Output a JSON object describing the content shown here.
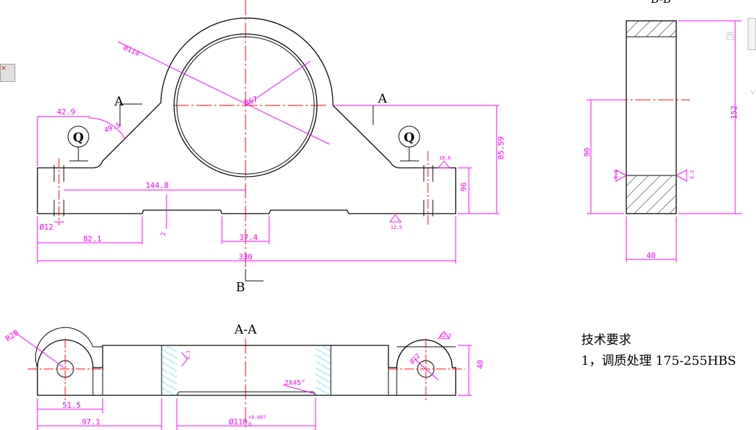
{
  "colors": {
    "outline": "#000000",
    "dimension": "#ff00ff",
    "centerline": "#ff0000",
    "hatch": "#00ccff"
  },
  "front_view": {
    "section_mark_left": "A",
    "section_mark_right": "A",
    "section_mark_bottom": "B",
    "symbol_q": "Q",
    "dims": {
      "bore_outer": "Ø114",
      "bore_inner": "R67",
      "width_42": "42.9",
      "angle": "49.5",
      "span_144": "144.8",
      "hole_12": "Ø12",
      "offset_82": "82.1",
      "gap_2": "2",
      "slot_37": "37.4",
      "overall_330": "330",
      "height_96": "96",
      "height_85": "85.59",
      "rough_top": "18.8",
      "rough_bottom": "12.5"
    }
  },
  "section_bb": {
    "title": "B-B",
    "dims": {
      "h152": "152",
      "h90": "90",
      "w40": "40",
      "rough_left": "6.3",
      "rough_right": "6.3"
    }
  },
  "section_aa": {
    "title": "A-A",
    "dims": {
      "r20": "R20",
      "d51": "51.5",
      "d97": "97.1",
      "d110": "Ø110",
      "tol_upper": "+0.087",
      "tol_lower": "0",
      "chamfer": "2X45°",
      "d40": "40",
      "d12": "Ø12",
      "rough_right": "12.5",
      "rough_mid": "6.3"
    }
  },
  "tech_req": {
    "title": "技术要求",
    "item1": "1，调质处理 175-255HBS"
  },
  "edge": {
    "char": "西",
    "tab_x": "×",
    "v": "V"
  }
}
